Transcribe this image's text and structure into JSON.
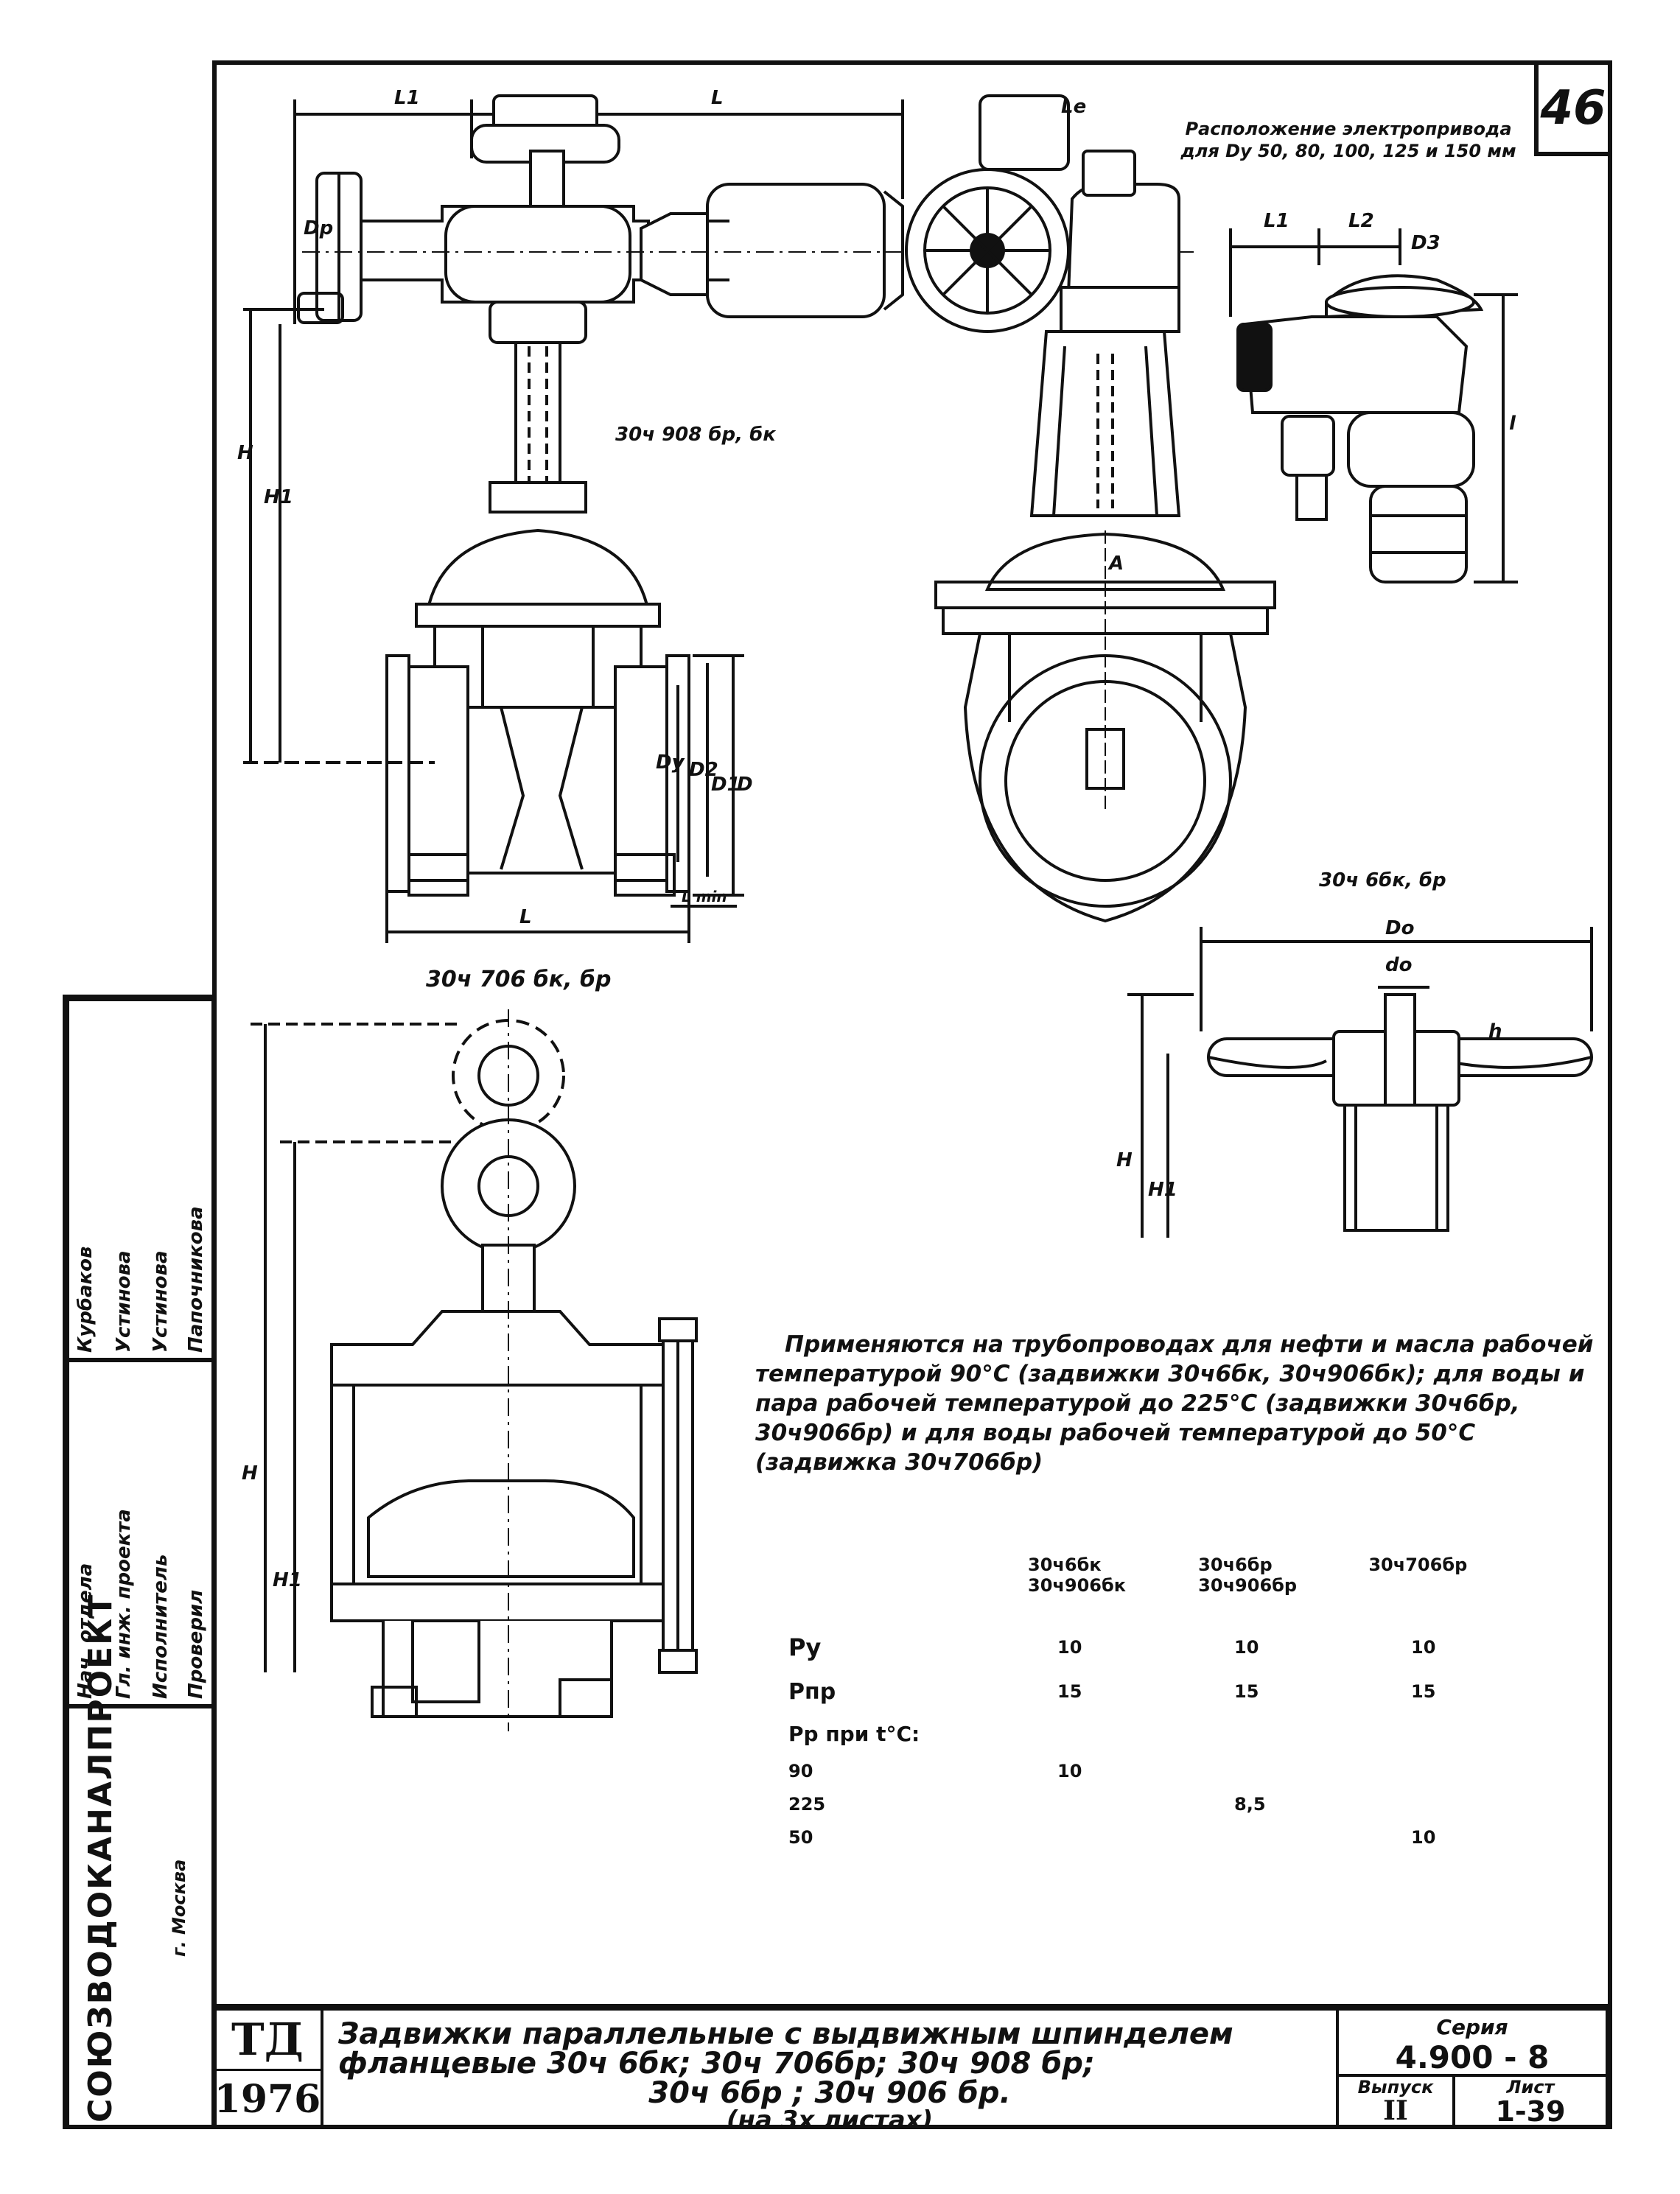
{
  "sheet_badge": "46",
  "electric_drive_caption_line1": "Расположение электропривода",
  "electric_drive_caption_line2": "для Dу 50, 80, 100, 125 и 150 мм",
  "view_labels": {
    "top_model": "30ч 908 бр, бк",
    "side_model": "30ч 706 бк, бр",
    "handwheel_model": "30ч 6бк, бр"
  },
  "dimension_labels": {
    "L1": "L1",
    "L": "L",
    "Dp": "Dр",
    "H": "H",
    "H1": "H1",
    "A": "A",
    "Dy": "Dу",
    "D2": "D2",
    "D1": "D1",
    "D": "D",
    "Lmin": "L min",
    "Do": "Do",
    "do": "do",
    "h": "h",
    "L2": "L2",
    "D3": "D3",
    "l": "l",
    "Le": "Le"
  },
  "description": "Применяются на трубопроводах для нефти и масла рабочей температурой 90°С (задвижки 30ч6бк, 30ч906бк); для воды и пара рабочей температурой до 225°С (задвижки 30ч6бр, 30ч906бр) и для воды рабочей температурой до 50°С (задвижка 30ч706бр)",
  "pressure_table": {
    "headers": [
      "30ч6бк\n30ч906бк",
      "30ч6бр\n30ч906бр",
      "30ч706бр"
    ],
    "rows": [
      {
        "label": "Pу",
        "values": [
          "10",
          "10",
          "10"
        ]
      },
      {
        "label": "Pпр",
        "values": [
          "15",
          "15",
          "15"
        ]
      },
      {
        "label": "Pр при t°C:",
        "values": [
          "",
          "",
          ""
        ]
      },
      {
        "label": "90",
        "values": [
          "10",
          "",
          ""
        ]
      },
      {
        "label": "225",
        "values": [
          "",
          "8,5",
          ""
        ]
      },
      {
        "label": "50",
        "values": [
          "",
          "",
          "10"
        ]
      }
    ]
  },
  "stamp_side": {
    "org": "СОЮЗВОДОКАНАЛПРОЕКТ",
    "city": "г. Москва",
    "roles": [
      "Нач. отдела",
      "Гл. инж. проекта",
      "Исполнитель",
      "Проверил"
    ],
    "names": [
      "Курбаков",
      "Устинова",
      "Устинова",
      "Папочникова"
    ]
  },
  "title_block": {
    "td": "ТД",
    "year": "1976",
    "title_line1": "Задвижки параллельные с выдвижным шпинделем",
    "title_line2": "фланцевые 30ч 6бк; 30ч 706бр; 30ч 908 бр;",
    "title_line3": "30ч 6бр ; 30ч 906 бр.",
    "title_line4": "(на 3х листах)",
    "series_label": "Серия",
    "series_value": "4.900 - 8",
    "issue_label": "Выпуск",
    "issue_value": "II",
    "sheet_label": "Лист",
    "sheet_value": "1-39"
  }
}
